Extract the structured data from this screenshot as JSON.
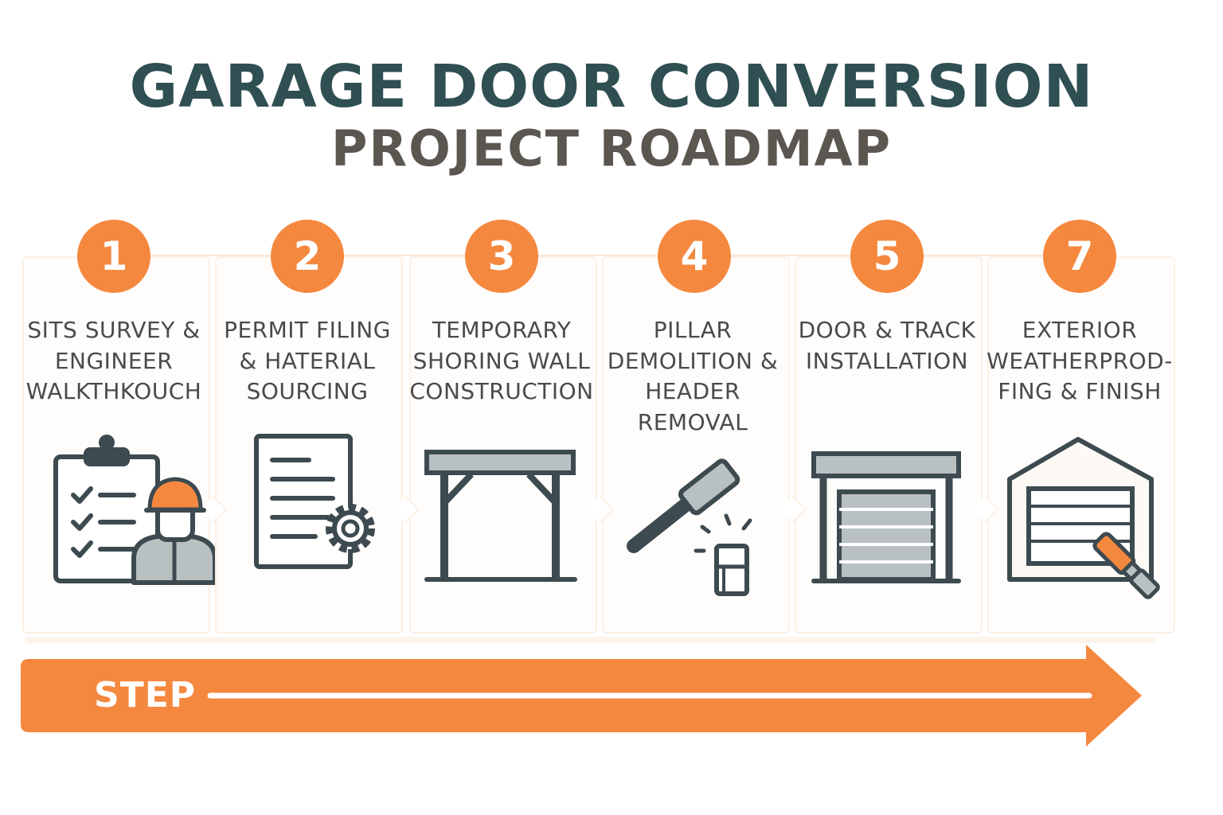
{
  "title": {
    "main": "GARAGE DOOR CONVERSION",
    "sub": "PROJECT ROADMAP"
  },
  "colors": {
    "accent": "#f5883f",
    "title_main": "#2f4f52",
    "title_sub": "#5b5650",
    "icon_stroke": "#3d4a50",
    "icon_fill": "#b9c0c2"
  },
  "steps": [
    {
      "number": "1",
      "label": "SITS SURVEY & ENGINEER WALKTHKOUCH",
      "icon": "checklist-engineer-icon"
    },
    {
      "number": "2",
      "label": "PERMIT FILING & HATERIAL SOURCING",
      "icon": "document-gear-icon"
    },
    {
      "number": "3",
      "label": "TEMPORARY SHORING WALL CONSTRUCTION",
      "icon": "shoring-frame-icon"
    },
    {
      "number": "4",
      "label": "PILLAR DEMOLITION & HEADER REMOVAL",
      "icon": "hammer-pillar-icon"
    },
    {
      "number": "5",
      "label": "DOOR & TRACK INSTALLATION",
      "icon": "garage-door-icon"
    },
    {
      "number": "7",
      "label": "EXTERIOR WEATHERPROD- FING & FINISH",
      "icon": "garage-paintbrush-icon"
    }
  ],
  "arrow": {
    "label": "STEP"
  }
}
